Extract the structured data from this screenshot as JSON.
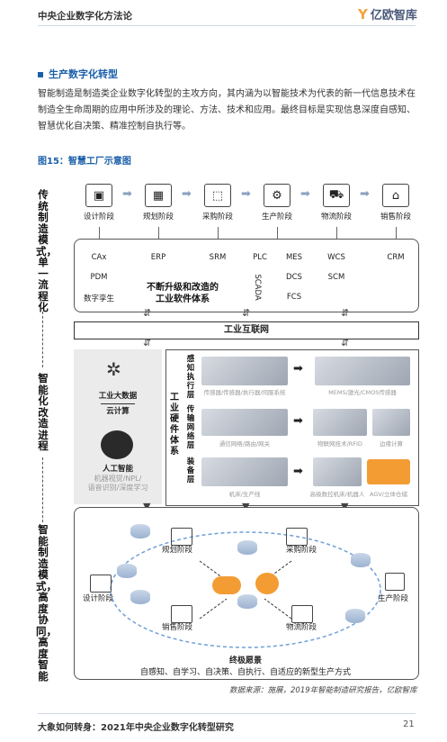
{
  "header": {
    "title": "中央企业数字化方法论",
    "logo_text": "亿欧智库"
  },
  "section": {
    "title": "生产数字化转型"
  },
  "paragraph": "智能制造是制造类企业数字化转型的主攻方向，其内涵为以智能技术为代表的新一代信息技术在制造全生命周期的应用中所涉及的理论、方法、技术和应用。最终目标是实现信息深度自感知、智慧优化自决策、精准控制自执行等。",
  "figure": {
    "title": "图15：智慧工厂示意图"
  },
  "side_labels": {
    "top": "传统制造模式，单一流程化",
    "mid": "智能化改造进程",
    "bottom": "智能制造模式，高度协同，高度智能"
  },
  "stages": [
    {
      "label": "设计阶段",
      "icon": "design-monitor-icon",
      "glyph": "▣"
    },
    {
      "label": "规划阶段",
      "icon": "planning-board-icon",
      "glyph": "▦"
    },
    {
      "label": "采购阶段",
      "icon": "purchase-box-icon",
      "glyph": "⬚"
    },
    {
      "label": "生产阶段",
      "icon": "production-robot-icon",
      "glyph": "⚙"
    },
    {
      "label": "物流阶段",
      "icon": "logistics-truck-icon",
      "glyph": "⛟"
    },
    {
      "label": "销售阶段",
      "icon": "sales-store-icon",
      "glyph": "⌂"
    }
  ],
  "software": {
    "tags": [
      "CAx",
      "PDM",
      "数字孪生",
      "ERP",
      "SRM",
      "PLC",
      "SCADA",
      "MES",
      "DCS",
      "FCS",
      "WCS",
      "SCM",
      "CRM"
    ],
    "caption_line1": "不断升级和改造的",
    "caption_line2": "工业软件体系"
  },
  "internet_bar": "工业互联网",
  "left_panel": {
    "bigdata_line1": "工业大数据",
    "bigdata_line2": "云计算",
    "ai_title": "人工智能",
    "ai_sub1": "机器视觉/NPL/",
    "ai_sub2": "语音识别/深度学习"
  },
  "hardware": {
    "title": "工业硬件体系",
    "layers": [
      {
        "label": "感知执行层",
        "cap_left": "传感器/传感器/执行器/伺服系统",
        "cap_right": "MEMS/激光/CMOS传感器"
      },
      {
        "label": "传输网络层",
        "cap_left": "通信网络/路由/网关",
        "cap_mid": "物联网技术/RFID",
        "cap_right": "边缘计算"
      },
      {
        "label": "装备层",
        "cap_left": "机床/生产线",
        "cap_mid": "高级数控机床/机器人",
        "cap_right": "AGV/立体仓储"
      }
    ]
  },
  "cycle": {
    "stages": [
      "规划阶段",
      "采购阶段",
      "设计阶段",
      "生产阶段",
      "销售阶段",
      "物流阶段"
    ],
    "goal_title": "终极愿景",
    "goal_text": "自感知、自学习、自决策、自执行、自适应的新型生产方式"
  },
  "source": "数据来源：施展，2019年智能制造研究报告，亿欧智库",
  "footer": {
    "title": "大象如何转身：2021年中央企业数字化转型研究",
    "page": "21"
  },
  "colors": {
    "accent": "#1a5fa8",
    "cloud_orange": "#f39c34"
  }
}
